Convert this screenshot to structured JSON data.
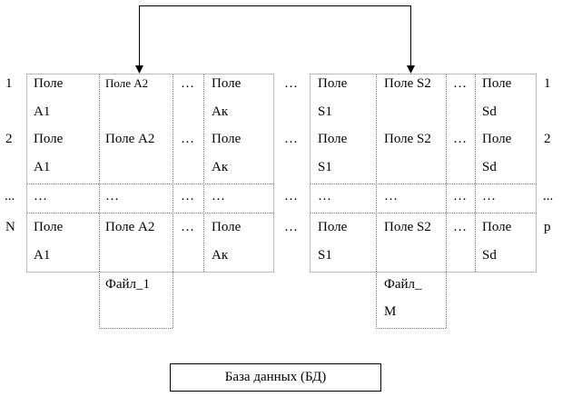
{
  "rows": [
    "1",
    "2",
    "...",
    "N"
  ],
  "right_rows": [
    "1",
    "2",
    "...",
    "p"
  ],
  "table1": {
    "col_a1": [
      "Поле",
      "A1",
      "Поле",
      "A1",
      "…",
      "Поле",
      "A1"
    ],
    "col_a2": [
      "Поле A2",
      "Поле A2",
      "…",
      "Поле A2"
    ],
    "col_dots": [
      "…",
      "…",
      "…",
      "…"
    ],
    "col_ak": [
      "Поле",
      "Ак",
      "Поле",
      "Ак",
      "…",
      "Поле",
      "Ак"
    ]
  },
  "between_dots": [
    "…",
    "…",
    "…",
    "…"
  ],
  "table2": {
    "col_s1": [
      "Поле",
      "S1",
      "Поле",
      "S1",
      "…",
      "Поле",
      "S1"
    ],
    "col_s2": [
      "Поле S2",
      "Поле S2",
      "…",
      "Поле S2"
    ],
    "col_dots": [
      "…",
      "…",
      "…",
      "…"
    ],
    "col_sd": [
      "Поле",
      "Sd",
      "Поле",
      "Sd",
      "…",
      "Поле",
      "Sd"
    ]
  },
  "file1": "Файл_1",
  "fileM": [
    "Файл_",
    "M"
  ],
  "caption": "База данных (БД)"
}
